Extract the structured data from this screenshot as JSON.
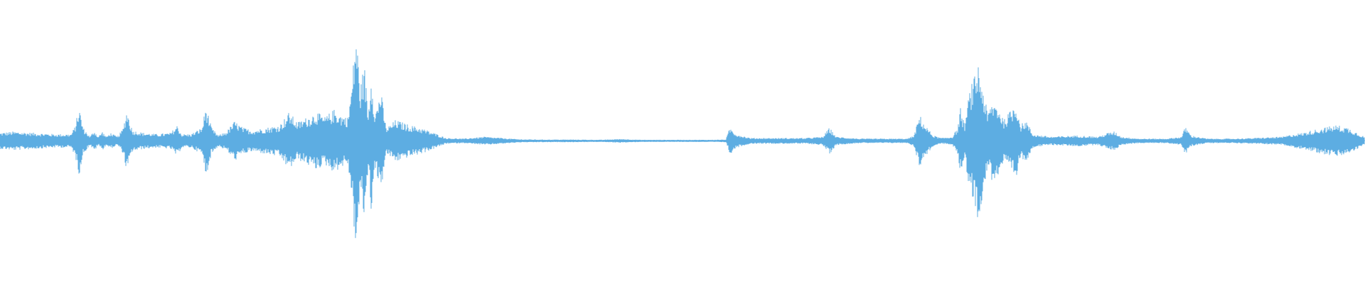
{
  "waveform": {
    "color": "#5DADE2",
    "background": "#FFFFFF",
    "amplitude_envelope": [
      [
        0.0,
        0.06
      ],
      [
        0.01,
        0.07
      ],
      [
        0.025,
        0.06
      ],
      [
        0.04,
        0.05
      ],
      [
        0.052,
        0.05
      ],
      [
        0.055,
        0.11
      ],
      [
        0.058,
        0.26
      ],
      [
        0.061,
        0.1
      ],
      [
        0.066,
        0.03
      ],
      [
        0.069,
        0.08
      ],
      [
        0.072,
        0.03
      ],
      [
        0.075,
        0.07
      ],
      [
        0.078,
        0.03
      ],
      [
        0.081,
        0.06
      ],
      [
        0.086,
        0.03
      ],
      [
        0.09,
        0.09
      ],
      [
        0.093,
        0.24
      ],
      [
        0.097,
        0.08
      ],
      [
        0.105,
        0.06
      ],
      [
        0.115,
        0.05
      ],
      [
        0.125,
        0.06
      ],
      [
        0.13,
        0.12
      ],
      [
        0.133,
        0.05
      ],
      [
        0.14,
        0.05
      ],
      [
        0.148,
        0.1
      ],
      [
        0.151,
        0.27
      ],
      [
        0.155,
        0.1
      ],
      [
        0.16,
        0.04
      ],
      [
        0.166,
        0.07
      ],
      [
        0.172,
        0.15
      ],
      [
        0.178,
        0.1
      ],
      [
        0.185,
        0.08
      ],
      [
        0.195,
        0.1
      ],
      [
        0.205,
        0.12
      ],
      [
        0.212,
        0.22
      ],
      [
        0.218,
        0.14
      ],
      [
        0.225,
        0.18
      ],
      [
        0.232,
        0.22
      ],
      [
        0.238,
        0.18
      ],
      [
        0.245,
        0.24
      ],
      [
        0.25,
        0.2
      ],
      [
        0.255,
        0.18
      ],
      [
        0.258,
        0.45
      ],
      [
        0.261,
        0.88
      ],
      [
        0.264,
        0.4
      ],
      [
        0.267,
        0.6
      ],
      [
        0.27,
        0.2
      ],
      [
        0.272,
        0.55
      ],
      [
        0.275,
        0.2
      ],
      [
        0.279,
        0.4
      ],
      [
        0.283,
        0.1
      ],
      [
        0.286,
        0.12
      ],
      [
        0.29,
        0.16
      ],
      [
        0.295,
        0.14
      ],
      [
        0.3,
        0.12
      ],
      [
        0.308,
        0.1
      ],
      [
        0.318,
        0.06
      ],
      [
        0.327,
        0.02
      ],
      [
        0.34,
        0.015
      ],
      [
        0.355,
        0.03
      ],
      [
        0.368,
        0.02
      ],
      [
        0.38,
        0.01
      ],
      [
        0.395,
        0.008
      ],
      [
        0.42,
        0.008
      ],
      [
        0.44,
        0.006
      ],
      [
        0.455,
        0.012
      ],
      [
        0.47,
        0.006
      ],
      [
        0.5,
        0.006
      ],
      [
        0.522,
        0.006
      ],
      [
        0.532,
        0.008
      ],
      [
        0.535,
        0.1
      ],
      [
        0.54,
        0.05
      ],
      [
        0.55,
        0.02
      ],
      [
        0.57,
        0.02
      ],
      [
        0.59,
        0.02
      ],
      [
        0.603,
        0.03
      ],
      [
        0.608,
        0.1
      ],
      [
        0.613,
        0.03
      ],
      [
        0.63,
        0.015
      ],
      [
        0.65,
        0.015
      ],
      [
        0.665,
        0.015
      ],
      [
        0.67,
        0.04
      ],
      [
        0.674,
        0.2
      ],
      [
        0.678,
        0.12
      ],
      [
        0.684,
        0.04
      ],
      [
        0.69,
        0.02
      ],
      [
        0.698,
        0.03
      ],
      [
        0.702,
        0.1
      ],
      [
        0.704,
        0.25
      ],
      [
        0.707,
        0.12
      ],
      [
        0.711,
        0.4
      ],
      [
        0.714,
        0.48
      ],
      [
        0.717,
        0.6
      ],
      [
        0.72,
        0.44
      ],
      [
        0.724,
        0.2
      ],
      [
        0.727,
        0.3
      ],
      [
        0.731,
        0.28
      ],
      [
        0.736,
        0.16
      ],
      [
        0.74,
        0.22
      ],
      [
        0.745,
        0.3
      ],
      [
        0.748,
        0.12
      ],
      [
        0.752,
        0.16
      ],
      [
        0.757,
        0.05
      ],
      [
        0.77,
        0.03
      ],
      [
        0.79,
        0.04
      ],
      [
        0.805,
        0.03
      ],
      [
        0.812,
        0.06
      ],
      [
        0.817,
        0.07
      ],
      [
        0.822,
        0.03
      ],
      [
        0.835,
        0.015
      ],
      [
        0.855,
        0.015
      ],
      [
        0.866,
        0.03
      ],
      [
        0.869,
        0.11
      ],
      [
        0.873,
        0.04
      ],
      [
        0.885,
        0.015
      ],
      [
        0.905,
        0.015
      ],
      [
        0.918,
        0.02
      ],
      [
        0.93,
        0.025
      ],
      [
        0.94,
        0.03
      ],
      [
        0.948,
        0.05
      ],
      [
        0.955,
        0.06
      ],
      [
        0.962,
        0.08
      ],
      [
        0.97,
        0.1
      ],
      [
        0.98,
        0.12
      ],
      [
        0.988,
        0.1
      ],
      [
        0.995,
        0.06
      ],
      [
        1.0,
        0.03
      ]
    ]
  }
}
